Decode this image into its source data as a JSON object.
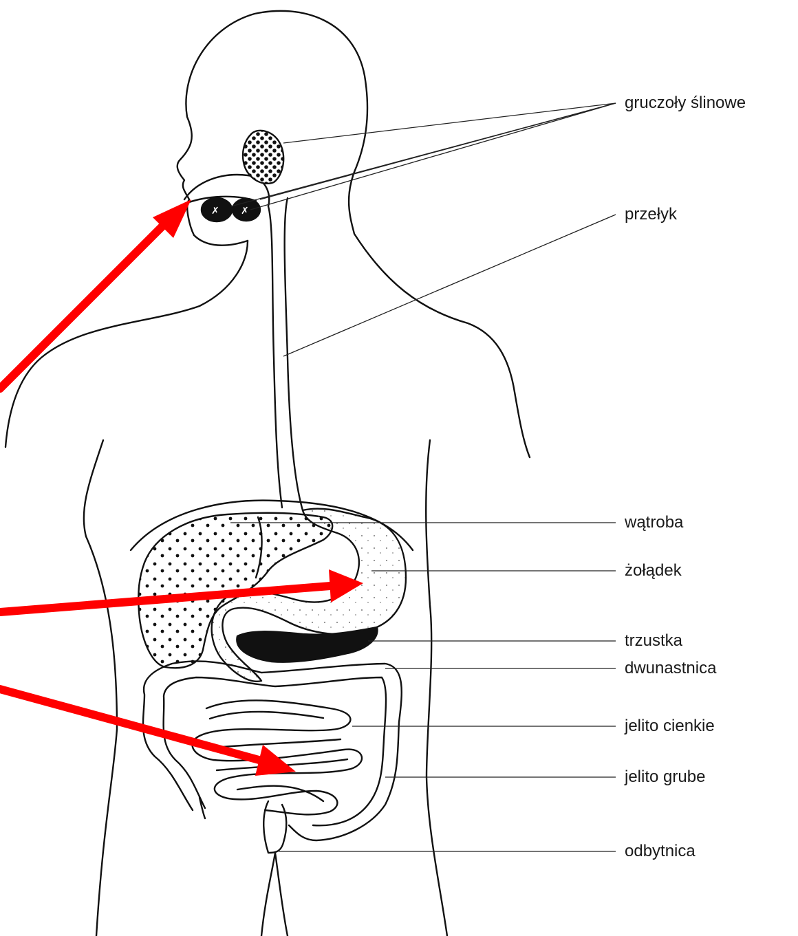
{
  "labels": {
    "salivary_glands": "gruczoły ślinowe",
    "esophagus": "przełyk",
    "liver": "wątroba",
    "stomach": "żołądek",
    "pancreas": "trzustka",
    "duodenum": "dwunastnica",
    "small_intestine": "jelito cienkie",
    "large_intestine": "jelito grube",
    "rectum": "odbytnica"
  },
  "colors": {
    "line": "#111111",
    "arrow": "#ff0000",
    "background": "#ffffff"
  }
}
